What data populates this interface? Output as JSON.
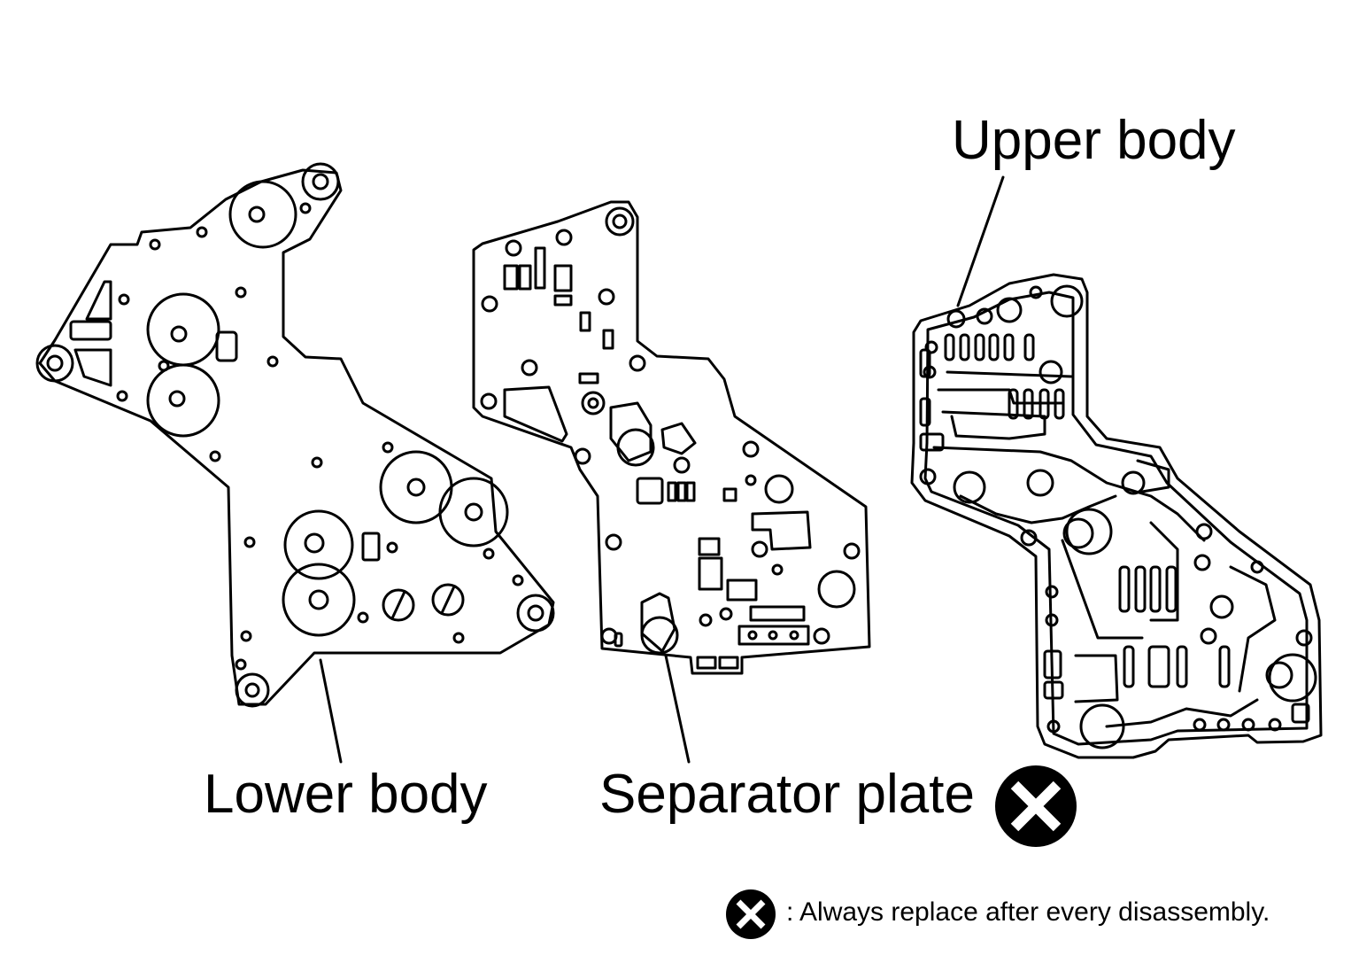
{
  "labels": {
    "upper_body": "Upper body",
    "lower_body": "Lower body",
    "separator_plate": "Separator plate"
  },
  "legend": {
    "text": ": Always replace after every disassembly.",
    "icon": "replace-x-icon"
  },
  "colors": {
    "line": "#000000",
    "background": "#ffffff",
    "icon_fill": "#000000",
    "icon_cross": "#ffffff"
  }
}
